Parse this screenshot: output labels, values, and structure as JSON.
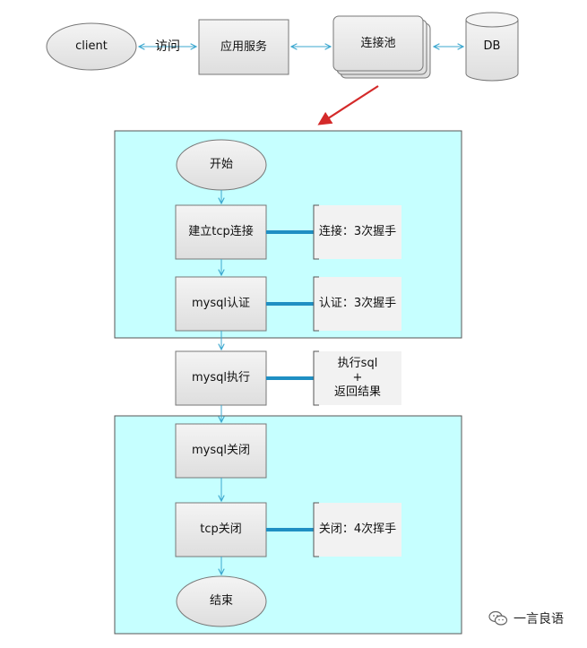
{
  "top": {
    "client": "client",
    "access": "访问",
    "app_service": "应用服务",
    "pool": "连接池",
    "db": "DB"
  },
  "flow": {
    "start": "开始",
    "tcp_connect": "建立tcp连接",
    "mysql_auth": "mysql认证",
    "mysql_exec": "mysql执行",
    "mysql_close": "mysql关闭",
    "tcp_close": "tcp关闭",
    "end": "结束"
  },
  "notes": {
    "connect": "连接：3次握手",
    "auth": "认证：3次握手",
    "exec": "执行sql\n+\n返回结果",
    "close": "关闭：4次挥手"
  },
  "watermark": "一言良语",
  "colors": {
    "panel_fill": "#c6ffff",
    "arrow": "#3ba7cf",
    "connector": "#1f8fc3",
    "pointer_arrow": "#d42a2a",
    "node_fill": "#ececec"
  }
}
